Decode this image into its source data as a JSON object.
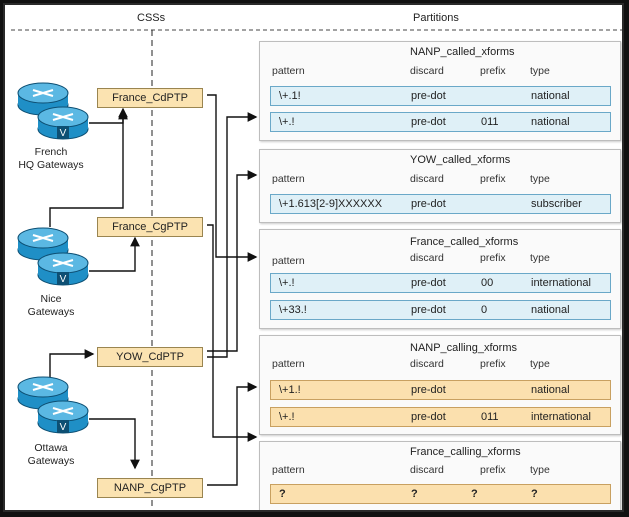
{
  "headers": {
    "css": "CSSs",
    "partitions": "Partitions"
  },
  "gateways": [
    {
      "label_line1": "French",
      "label_line2": "HQ Gateways"
    },
    {
      "label_line1": "Nice",
      "label_line2": "Gateways"
    },
    {
      "label_line1": "Ottawa",
      "label_line2": "Gateways"
    }
  ],
  "css_boxes": [
    "France_CdPTP",
    "France_CgPTP",
    "YOW_CdPTP",
    "NANP_CgPTP"
  ],
  "columns": {
    "pattern": "pattern",
    "discard": "discard",
    "prefix": "prefix",
    "type": "type"
  },
  "partitions": [
    {
      "title": "NANP_called_xforms",
      "rows": [
        {
          "pattern": "\\+.1!",
          "discard": "pre-dot",
          "prefix": "",
          "type": "national"
        },
        {
          "pattern": "\\+.!",
          "discard": "pre-dot",
          "prefix": "011",
          "type": "national"
        }
      ]
    },
    {
      "title": "YOW_called_xforms",
      "rows": [
        {
          "pattern": "\\+1.613[2-9]XXXXXX",
          "discard": "pre-dot",
          "prefix": "",
          "type": "subscriber"
        }
      ]
    },
    {
      "title": "France_called_xforms",
      "rows": [
        {
          "pattern": "\\+.!",
          "discard": "pre-dot",
          "prefix": "00",
          "type": "international"
        },
        {
          "pattern": "\\+33.!",
          "discard": "pre-dot",
          "prefix": "0",
          "type": "national"
        }
      ]
    },
    {
      "title": "NANP_calling_xforms",
      "rows": [
        {
          "pattern": "\\+1.!",
          "discard": "pre-dot",
          "prefix": "",
          "type": "national"
        },
        {
          "pattern": "\\+.!",
          "discard": "pre-dot",
          "prefix": "011",
          "type": "international"
        }
      ]
    },
    {
      "title": "France_calling_xforms",
      "rows": [
        {
          "pattern": "?",
          "discard": "?",
          "prefix": "?",
          "type": "?"
        }
      ]
    }
  ],
  "colors": {
    "css_fill": "#fbe3b1",
    "row_blue": "#dff0f7",
    "row_orange": "#fbe0ae",
    "router": "#1f8fc6"
  }
}
